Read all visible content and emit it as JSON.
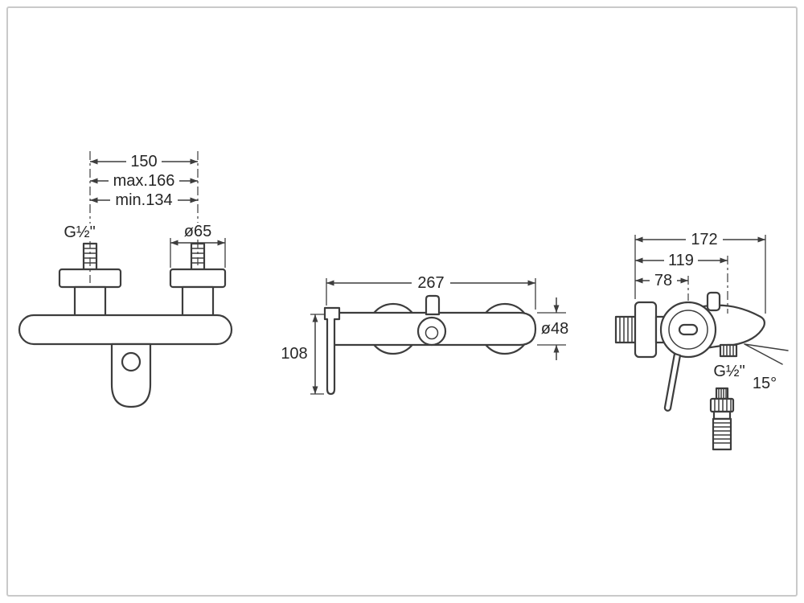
{
  "theme": {
    "bg": "#ffffff",
    "line": "#3d3d3d",
    "text": "#262626",
    "border": "#c9c9c9"
  },
  "front_view": {
    "dim_spacing": "150",
    "dim_max": "max.166",
    "dim_min": "min.134",
    "inlet_thread": "G½\"",
    "flange_diameter": "ø65"
  },
  "plan_view": {
    "dim_width": "267",
    "dim_depth": "108",
    "body_diameter": "ø48"
  },
  "side_view": {
    "dim_total_depth": "172",
    "dim_outlet_depth": "119",
    "dim_body_depth": "78",
    "outlet_thread": "G½\"",
    "spout_angle": "15°"
  }
}
